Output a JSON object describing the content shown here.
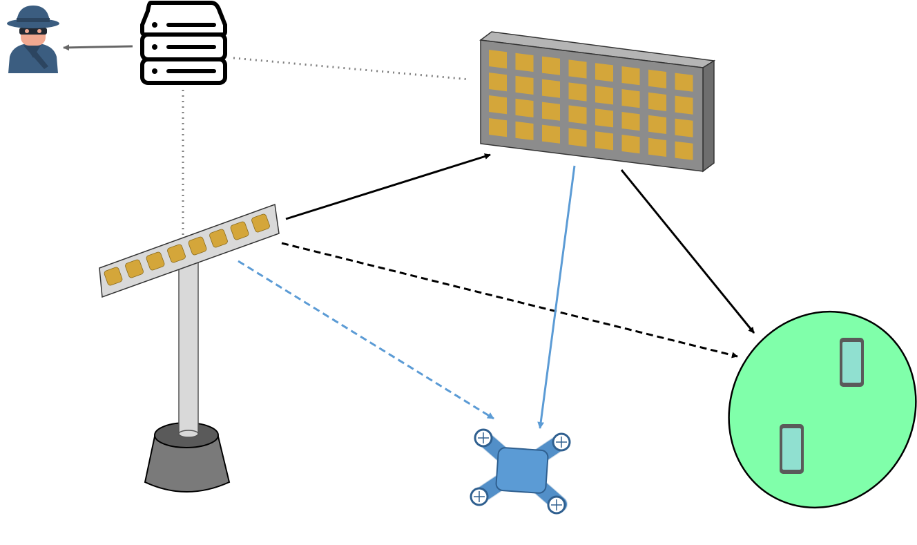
{
  "diagram": {
    "nodes": [
      {
        "id": "eavesdropper",
        "icon": "spy-icon"
      },
      {
        "id": "server",
        "icon": "server-icon"
      },
      {
        "id": "ris",
        "icon": "ris-panel-icon"
      },
      {
        "id": "base_station",
        "icon": "antenna-array-icon"
      },
      {
        "id": "uav",
        "icon": "drone-icon"
      },
      {
        "id": "user_area",
        "icon": "user-area-icon",
        "devices": 2
      }
    ],
    "links": [
      {
        "from": "server",
        "to": "eavesdropper",
        "style": "solid",
        "color": "#666666",
        "arrow": true
      },
      {
        "from": "server",
        "to": "ris",
        "style": "dotted",
        "color": "#808080",
        "arrow": false
      },
      {
        "from": "server",
        "to": "base_station",
        "style": "dotted",
        "color": "#808080",
        "arrow": false
      },
      {
        "from": "base_station",
        "to": "ris",
        "style": "solid",
        "color": "#000000",
        "arrow": true
      },
      {
        "from": "ris",
        "to": "user_area",
        "style": "solid",
        "color": "#000000",
        "arrow": true
      },
      {
        "from": "base_station",
        "to": "user_area",
        "style": "dashed",
        "color": "#000000",
        "arrow": true
      },
      {
        "from": "base_station",
        "to": "uav",
        "style": "dashed",
        "color": "#5b9bd5",
        "arrow": true
      },
      {
        "from": "ris",
        "to": "uav",
        "style": "solid",
        "color": "#5b9bd5",
        "arrow": true
      }
    ],
    "colors": {
      "element": "#d4a63a",
      "ris_face": "#8c8c8c",
      "uav": "#5b9bd5",
      "user_area": "#80ffaa",
      "device": "#90e0d0",
      "spy": "#3b5d80"
    }
  }
}
